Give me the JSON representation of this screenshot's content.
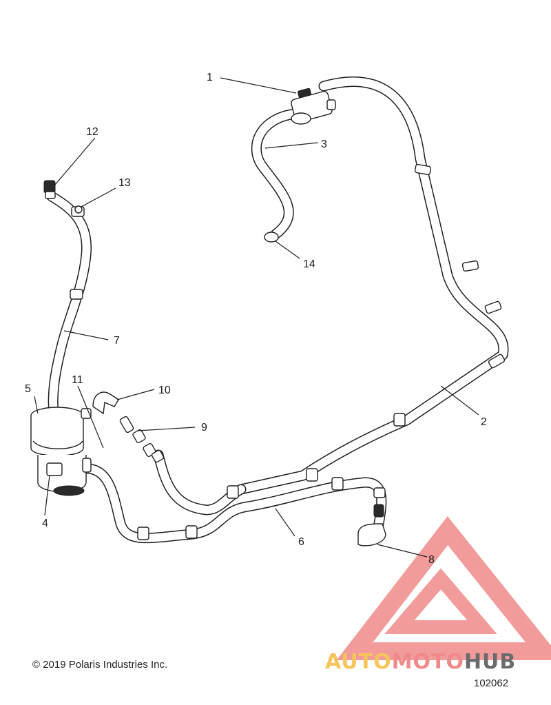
{
  "diagram": {
    "callouts": [
      {
        "id": "c1",
        "label": "1"
      },
      {
        "id": "c2",
        "label": "2"
      },
      {
        "id": "c3",
        "label": "3"
      },
      {
        "id": "c4",
        "label": "4"
      },
      {
        "id": "c5",
        "label": "5"
      },
      {
        "id": "c6",
        "label": "6"
      },
      {
        "id": "c7",
        "label": "7"
      },
      {
        "id": "c8",
        "label": "8"
      },
      {
        "id": "c9",
        "label": "9"
      },
      {
        "id": "c10",
        "label": "10"
      },
      {
        "id": "c11",
        "label": "11"
      },
      {
        "id": "c12",
        "label": "12"
      },
      {
        "id": "c13",
        "label": "13"
      },
      {
        "id": "c14",
        "label": "14"
      }
    ],
    "copyright": "© 2019 Polaris Industries Inc.",
    "document_number": "102062"
  },
  "watermark": {
    "part1": "AUTO",
    "part2": "MOTO",
    "part3": "HUB",
    "colors": {
      "part1": "#f5c45a",
      "part2": "#f08a8a",
      "part3": "#6b6b6b",
      "triangle": "#f08a8a"
    }
  }
}
